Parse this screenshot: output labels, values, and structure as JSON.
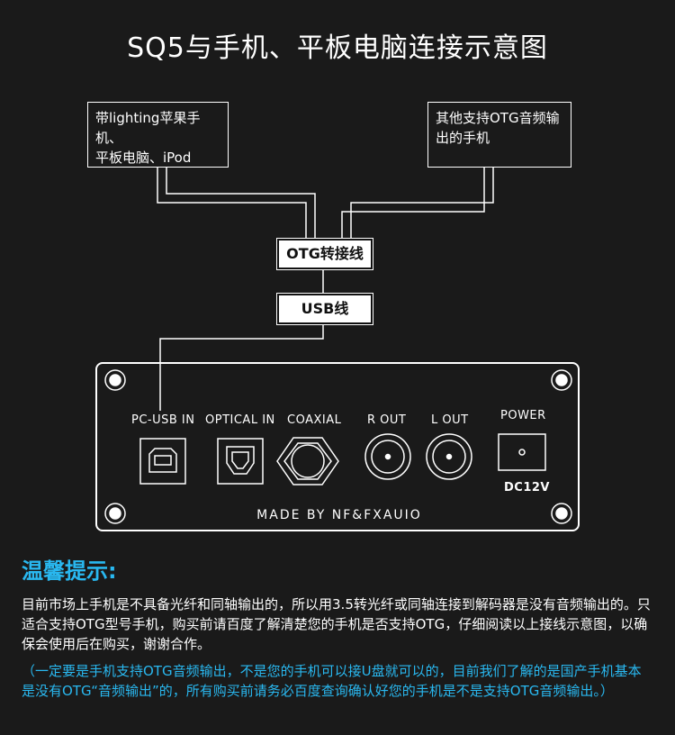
{
  "title": "SQ5与手机、平板电脑连接示意图",
  "devices": {
    "apple_line1": "带lighting苹果手机、",
    "apple_line2": "平板电脑、iPod",
    "otg_line1": "其他支持OTG音频输",
    "otg_line2": "出的手机"
  },
  "cables": {
    "otg": "OTG转接线",
    "usb": "USB线"
  },
  "panel": {
    "pc_usb_in": "PC-USB IN",
    "optical_in": "OPTICAL  IN",
    "coaxial": "COAXIAL",
    "r_out": "R OUT",
    "l_out": "L OUT",
    "power": "POWER",
    "dc": "DC12V",
    "made_by": "MADE  BY  NF&FXAUIO"
  },
  "tips": {
    "title": "温馨提示:",
    "body": "目前市场上手机是不具备光纤和同轴输出的，所以用3.5转光纤或同轴连接到解码器是没有音频输出的。只适合支持OTG型号手机，购买前请百度了解清楚您的手机是否支持OTG，仔细阅读以上接线示意图，以确保会使用后在购买，谢谢合作。",
    "note": "（一定要是手机支持OTG音频输出，不是您的手机可以接U盘就可以的，目前我们了解的是国产手机基本是没有OTG“音频输出”的，所有购买前请务必百度查询确认好您的手机是不是支持OTG音频输出。）"
  },
  "colors": {
    "background": "#1a1a1a",
    "foreground": "#ffffff",
    "accent": "#29b8f0"
  }
}
